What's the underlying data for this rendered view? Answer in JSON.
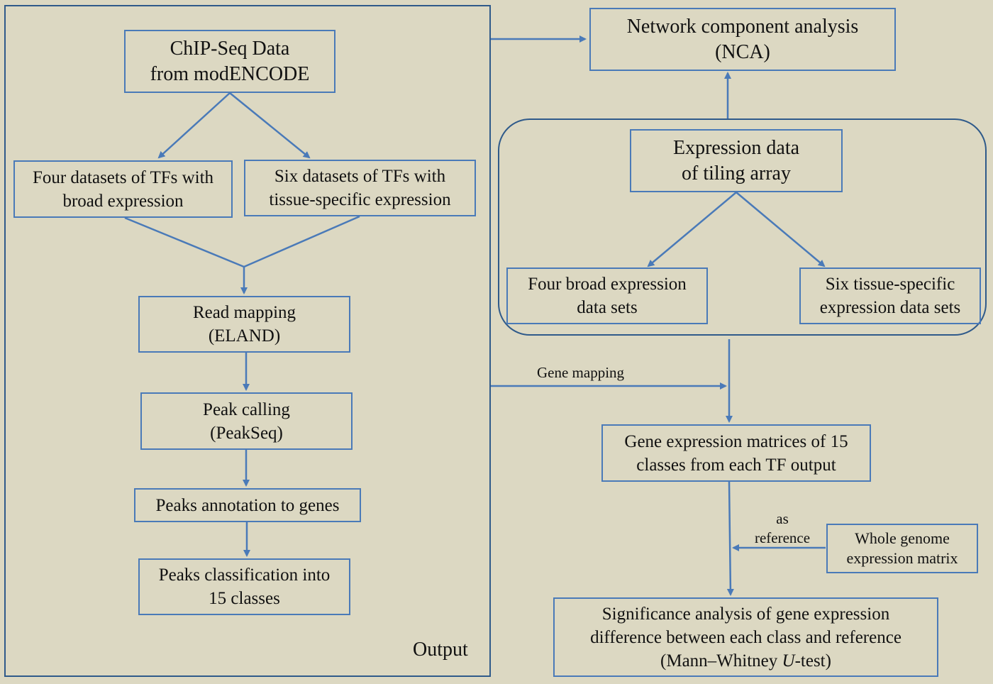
{
  "colors": {
    "background": "#dcd8c2",
    "box_border": "#4a7ab8",
    "arrow": "#4a7ab8",
    "panel_border": "#2f5a8a"
  },
  "left_panel": {
    "chipseq": {
      "line1": "ChIP-Seq Data",
      "line2": "from modENCODE"
    },
    "four_datasets": {
      "line1": "Four datasets of TFs with",
      "line2": "broad expression"
    },
    "six_datasets": {
      "line1": "Six datasets of TFs with",
      "line2": "tissue-specific expression"
    },
    "read_mapping": {
      "line1": "Read mapping",
      "line2": "(ELAND)"
    },
    "peak_calling": {
      "line1": "Peak calling",
      "line2": "(PeakSeq)"
    },
    "peaks_annotation": {
      "line1": "Peaks annotation to genes"
    },
    "peaks_classification": {
      "line1": "Peaks classification into",
      "line2": "15 classes"
    },
    "output_label": "Output"
  },
  "right_panel": {
    "nca": {
      "line1": "Network component analysis",
      "line2": "(NCA)"
    },
    "expression_data": {
      "line1": "Expression data",
      "line2": "of tiling array"
    },
    "four_broad": {
      "line1": "Four broad expression",
      "line2": "data sets"
    },
    "six_tissue": {
      "line1": "Six tissue-specific",
      "line2": "expression data sets"
    },
    "gene_mapping_label": "Gene mapping",
    "gene_matrices": {
      "line1": "Gene  expression matrices of 15",
      "line2": "classes from each TF output"
    },
    "as_reference_label": {
      "line1": "as",
      "line2": "reference"
    },
    "whole_genome": {
      "line1": "Whole genome",
      "line2": "expression matrix"
    },
    "significance": {
      "line1": "Significance analysis of gene expression",
      "line2": "difference  between each class and reference",
      "line3_prefix": "(Mann–Whitney ",
      "line3_italic": "U",
      "line3_suffix": "-test)"
    }
  }
}
